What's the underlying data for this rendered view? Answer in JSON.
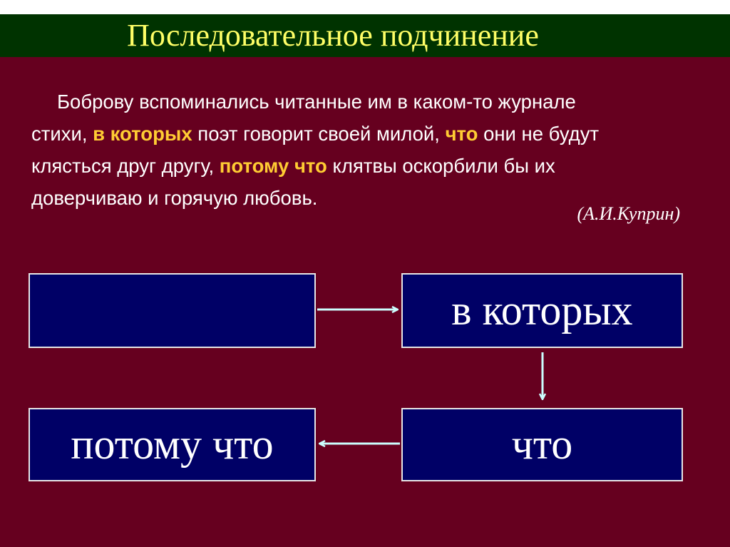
{
  "title": "Последовательное подчинение",
  "quote": {
    "lines": [
      [
        {
          "t": "Боброву вспоминались читанные им в каком-то журнале"
        }
      ],
      [
        {
          "t": "стихи, "
        },
        {
          "t": "в которых",
          "hl": true
        },
        {
          "t": " поэт говорит своей милой, "
        },
        {
          "t": "что",
          "hl": true
        },
        {
          "t": " они не будут"
        }
      ],
      [
        {
          "t": "клясться друг другу, "
        },
        {
          "t": "потому что",
          "hl": true
        },
        {
          "t": " клятвы оскорбили бы их"
        }
      ],
      [
        {
          "t": "доверчиваю и горячую любовь."
        }
      ]
    ],
    "author": "(А.И.Куприн)"
  },
  "diagram": {
    "main_clause": "",
    "box_v_kotoryh": "в которых",
    "box_chto": "что",
    "box_potomu_chto": "потому что"
  },
  "colors": {
    "background": "#66001f",
    "title_bar": "#003300",
    "title_text": "#ffff66",
    "highlight": "#ffcc33",
    "box_fill": "#000066",
    "arrow": "#ccffff"
  }
}
